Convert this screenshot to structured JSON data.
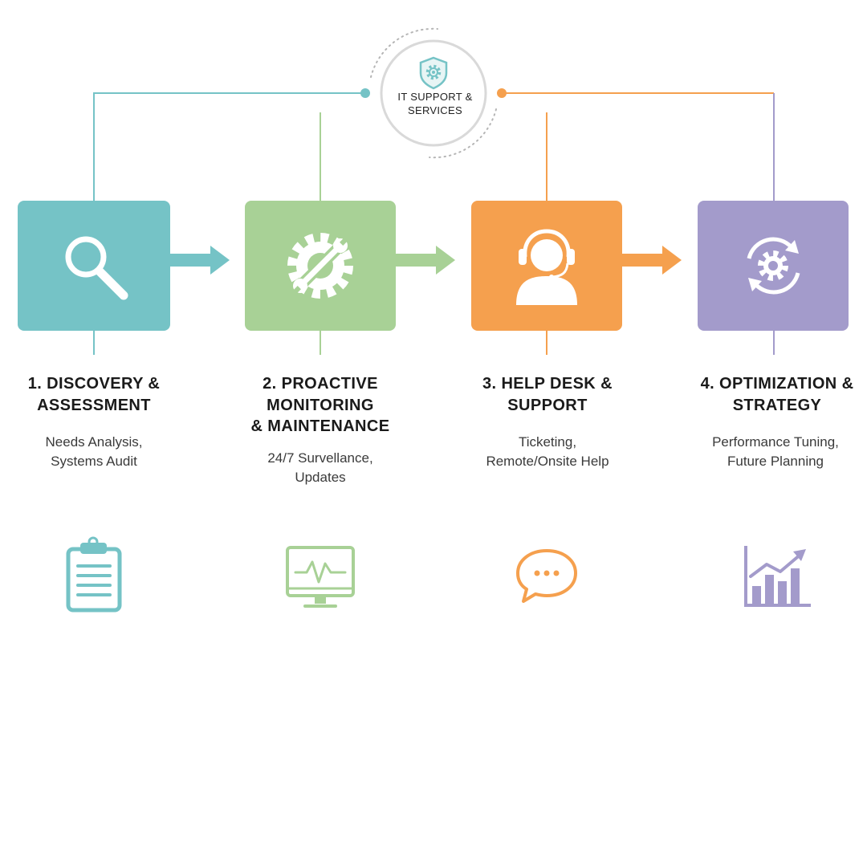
{
  "hub": {
    "label_line1": "IT SUPPORT &",
    "label_line2": "SERVICES",
    "icon": "shield-gear-icon"
  },
  "colors": {
    "teal": "#75c3c6",
    "green": "#a8d196",
    "orange": "#f5a04e",
    "purple": "#a39bcb",
    "hub_border": "#d9d9d9",
    "text_dark": "#1a1a1a",
    "text_body": "#3a3a3a"
  },
  "steps": [
    {
      "id": "discovery",
      "title_lines": [
        "1. DISCOVERY &",
        "ASSESSMENT"
      ],
      "desc_lines": [
        "Needs Analysis,",
        "Systems Audit"
      ],
      "main_icon": "magnifier-icon",
      "bottom_icon": "clipboard-icon",
      "color": "#75c3c6"
    },
    {
      "id": "monitoring",
      "title_lines": [
        "2. PROACTIVE",
        "MONITORING",
        "& MAINTENANCE"
      ],
      "desc_lines": [
        "24/7 Survellance,",
        "Updates"
      ],
      "main_icon": "gear-wrench-icon",
      "bottom_icon": "monitor-pulse-icon",
      "color": "#a8d196"
    },
    {
      "id": "helpdesk",
      "title_lines": [
        "3. HELP DESK &",
        "SUPPORT"
      ],
      "desc_lines": [
        "Ticketing,",
        "Remote/Onsite Help"
      ],
      "main_icon": "headset-agent-icon",
      "bottom_icon": "chat-bubble-icon",
      "color": "#f5a04e"
    },
    {
      "id": "optimization",
      "title_lines": [
        "4. OPTIMIZATION &",
        "STRATEGY"
      ],
      "desc_lines": [
        "Performance Tuning,",
        "Future Planning"
      ],
      "main_icon": "gear-cycle-icon",
      "bottom_icon": "growth-chart-icon",
      "color": "#a39bcb"
    }
  ]
}
